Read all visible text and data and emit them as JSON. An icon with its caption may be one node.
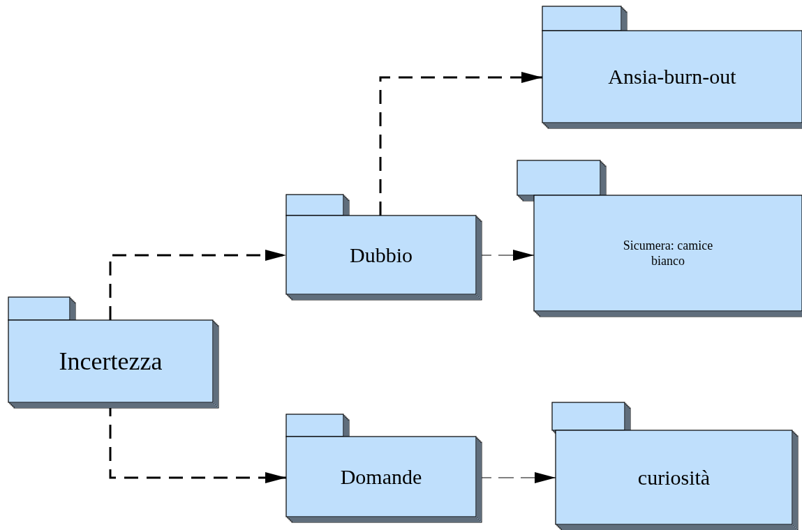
{
  "diagram": {
    "nodes": [
      {
        "text": [
          "Incertezza"
        ]
      },
      {
        "text": [
          "Dubbio"
        ]
      },
      {
        "text": [
          "Domande"
        ]
      },
      {
        "text": [
          "Ansia-burn-out"
        ]
      },
      {
        "text": [
          "Sicumera: camice bianco"
        ]
      },
      {
        "text": [
          "curiosità"
        ]
      }
    ],
    "edges": [
      {
        "from": 0,
        "to": 1,
        "arrow": "to",
        "style": "dashed"
      },
      {
        "from": 0,
        "to": 2,
        "arrow": "to",
        "style": "dashed"
      },
      {
        "from": 1,
        "to": 3,
        "arrow": "to",
        "style": "dashed"
      },
      {
        "from": 1,
        "to": 4,
        "arrow": "to",
        "style": "dashed"
      },
      {
        "from": 2,
        "to": 5,
        "arrow": "to",
        "style": "dashed"
      }
    ]
  }
}
